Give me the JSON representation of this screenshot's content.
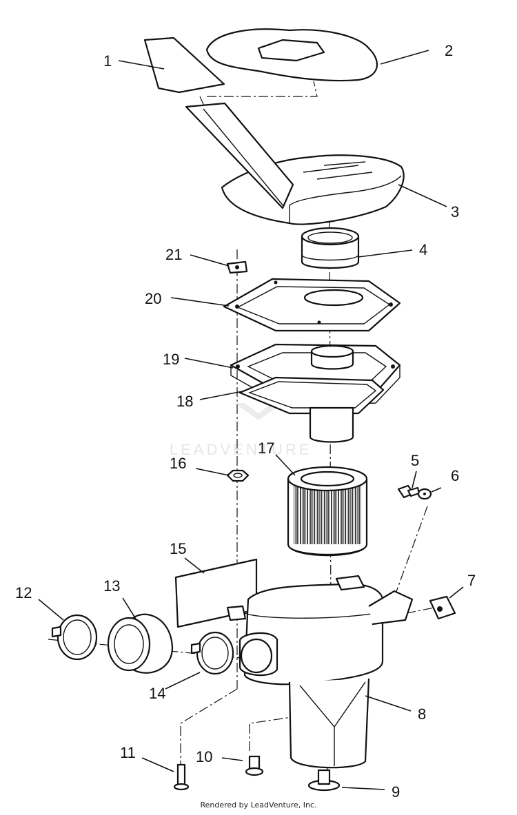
{
  "diagram": {
    "part_numbers": [
      "1",
      "2",
      "3",
      "4",
      "5",
      "6",
      "7",
      "8",
      "9",
      "10",
      "11",
      "12",
      "13",
      "14",
      "15",
      "16",
      "17",
      "18",
      "19",
      "20",
      "21"
    ],
    "watermark": "LEADVENTURE"
  },
  "footer": {
    "text": "Rendered by LeadVenture, Inc."
  }
}
